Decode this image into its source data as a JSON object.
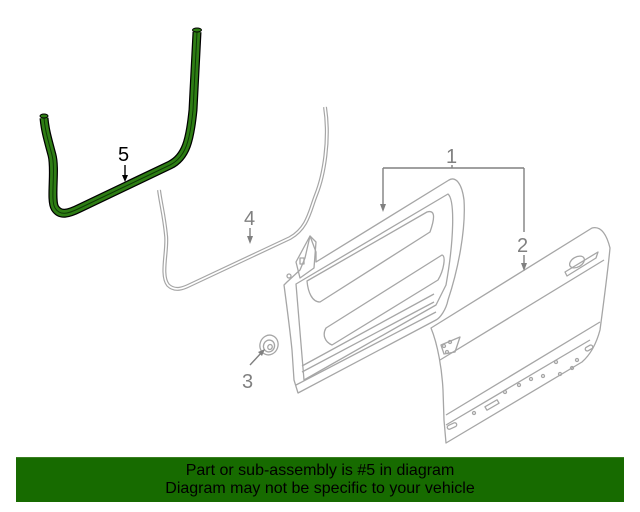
{
  "diagram": {
    "callouts": [
      {
        "number": "1",
        "highlighted": false
      },
      {
        "number": "2",
        "highlighted": false
      },
      {
        "number": "3",
        "highlighted": false
      },
      {
        "number": "4",
        "highlighted": false
      },
      {
        "number": "5",
        "highlighted": true
      }
    ],
    "colors": {
      "highlight_fill": "#2e7d14",
      "highlight_outline": "#000000",
      "line_art": "#a6a6a6",
      "callout_gray": "#808080",
      "callout_highlight": "#000000"
    }
  },
  "banner": {
    "line1": "Part or sub-assembly is #5 in diagram",
    "line2": "Diagram may not be specific to your vehicle",
    "background": "#176b00"
  }
}
